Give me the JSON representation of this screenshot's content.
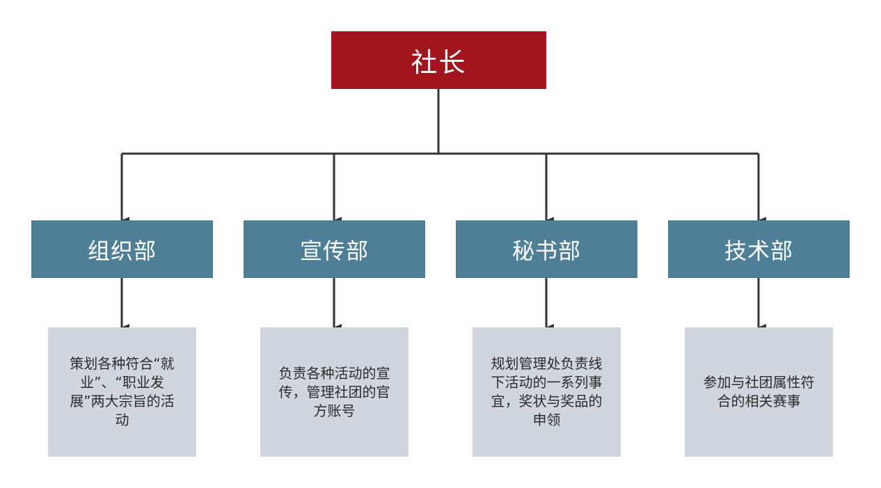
{
  "root": {
    "label": "社长"
  },
  "departments": [
    {
      "label": "组织部",
      "description": "策划各种符合“就业”、“职业发展”两大宗旨的活动"
    },
    {
      "label": "宣传部",
      "description": "负责各种活动的宣传，管理社团的官方账号"
    },
    {
      "label": "秘书部",
      "description": "规划管理处负责线下活动的一系列事宜，奖状与奖品的申领"
    },
    {
      "label": "技术部",
      "description": "参加与社团属性符合的相关赛事"
    }
  ],
  "colors": {
    "root": "#a2151f",
    "department": "#4e7f97",
    "description": "#d0d5de",
    "connector": "#333333"
  }
}
